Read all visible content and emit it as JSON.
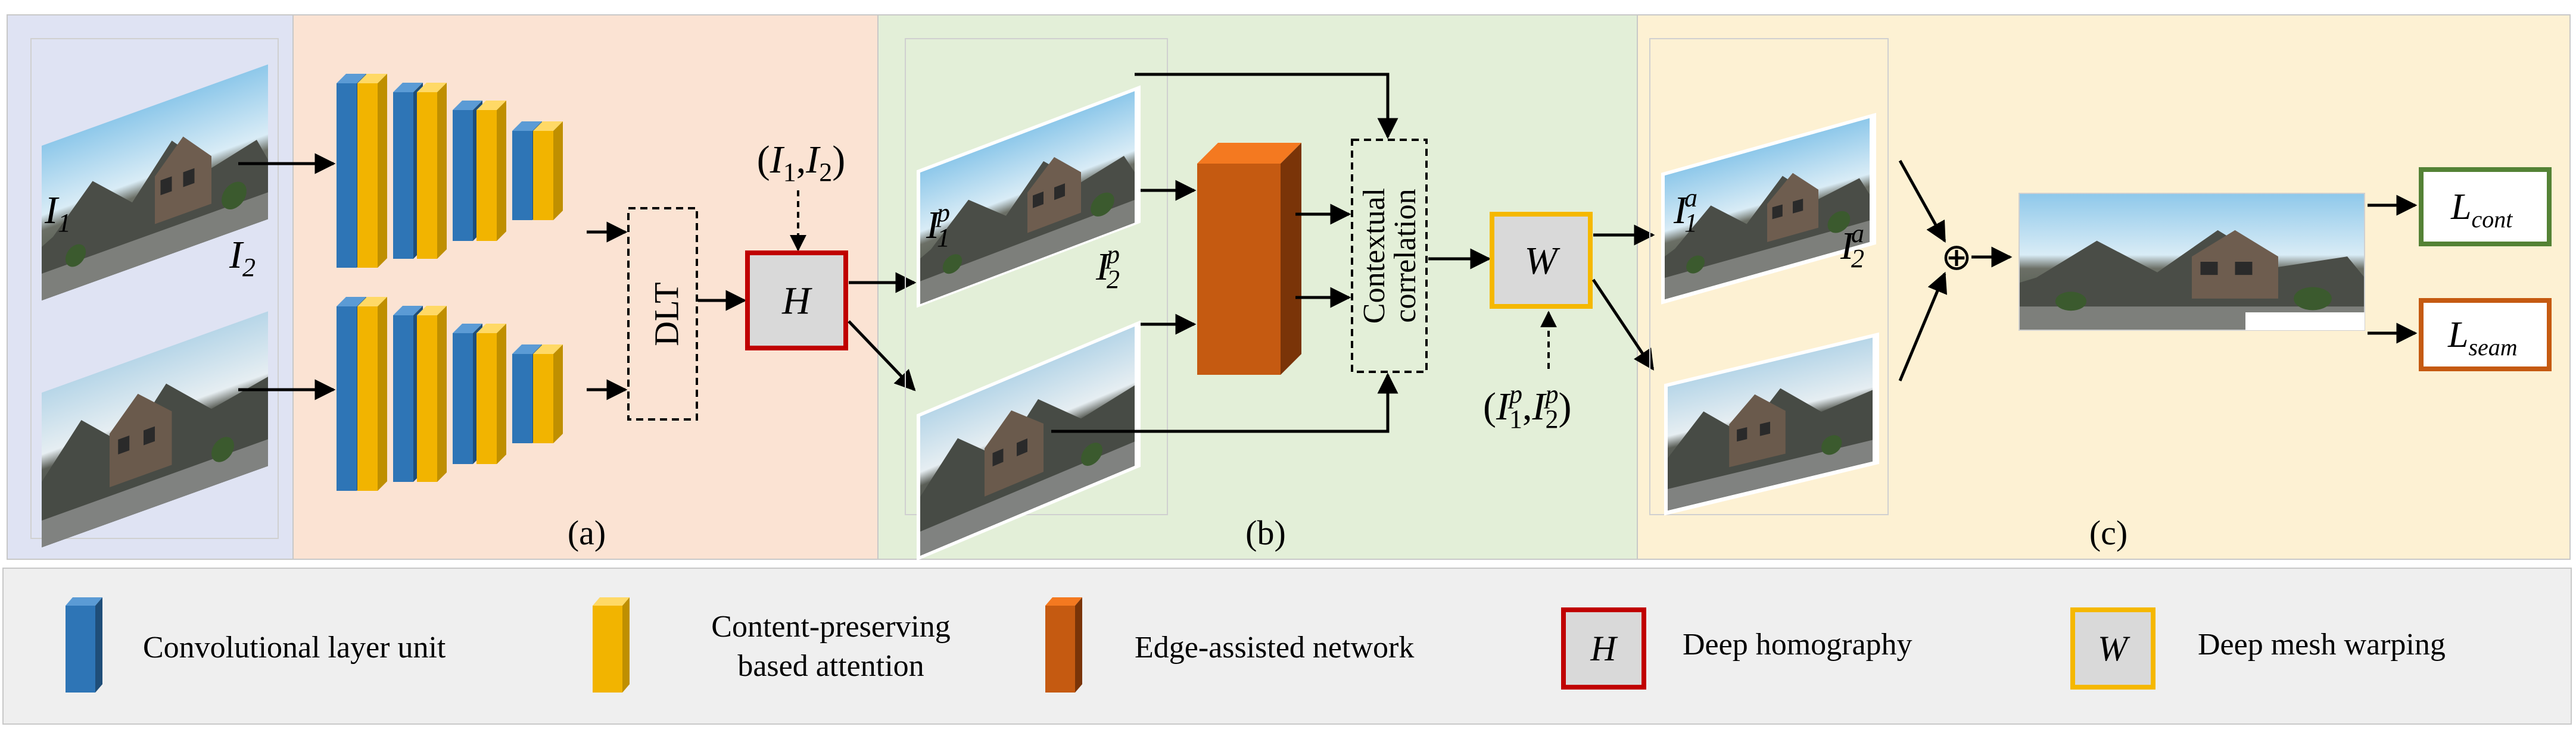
{
  "panels": [
    {
      "label": "(a)"
    },
    {
      "label": "(b)"
    },
    {
      "label": "(c)"
    }
  ],
  "inputs": {
    "img1": {
      "base": "I",
      "sub": "1",
      "sup": ""
    },
    "img2": {
      "base": "I",
      "sub": "2",
      "sup": ""
    }
  },
  "dlt_label": "DLT",
  "homography_input": {
    "open": "(",
    "a": "I",
    "a_sub": "1",
    "comma": ",",
    "b": "I",
    "b_sub": "2",
    "close": ")"
  },
  "homography_symbol": "H",
  "warped": {
    "img1": {
      "base": "I",
      "sub": "1",
      "sup": "p"
    },
    "img2": {
      "base": "I",
      "sub": "2",
      "sup": "p"
    }
  },
  "contextual_correlation": [
    "Contextual",
    "correlation"
  ],
  "mesh_symbol": "W",
  "mesh_input": {
    "open": "(",
    "a": "I",
    "a_sub": "1",
    "a_sup": "p",
    "comma": ",",
    "b": "I",
    "b_sub": "2",
    "b_sup": "p",
    "close": ")"
  },
  "aligned": {
    "img1": {
      "base": "I",
      "sub": "1",
      "sup": "a"
    },
    "img2": {
      "base": "I",
      "sub": "2",
      "sup": "a"
    }
  },
  "plus_symbol": "⊕",
  "losses": [
    {
      "base": "L",
      "sub": "cont"
    },
    {
      "base": "L",
      "sub": "seam"
    }
  ],
  "legend": {
    "conv": "Convolutional layer unit",
    "attention": [
      "Content-preserving",
      "based attention"
    ],
    "edge": "Edge-assisted network",
    "homography_symbol": "H",
    "homography": "Deep homography",
    "mesh_symbol": "W",
    "mesh": "Deep mesh warping"
  },
  "colors": {
    "panel_input": "#dfe3f3",
    "panel_a": "#fbe3d3",
    "panel_b": "#e3efd8",
    "panel_c": "#fdf1d3",
    "legend_bg": "#efefef",
    "conv_blue": "#2e75b6",
    "attention_yellow": "#f2b400",
    "edge_orange": "#c55a11",
    "homography_red": "#c00000",
    "mesh_yellow": "#f5b800",
    "loss_cont_green": "#548235",
    "loss_seam_orange": "#c55a11"
  }
}
